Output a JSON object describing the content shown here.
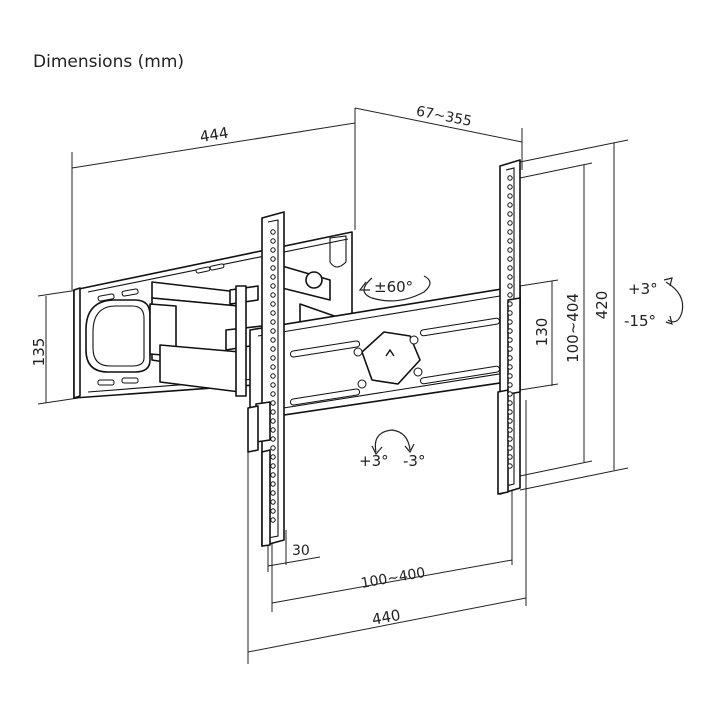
{
  "title": "Dimensions (mm)",
  "dimensions": {
    "depth_width": "444",
    "extension": "67~355",
    "height_total": "420",
    "vesa_vertical": "100~404",
    "bracket_height": "130",
    "wall_plate_height": "135",
    "arm_offset": "30",
    "vesa_horizontal": "100~400",
    "width_total": "440"
  },
  "angles": {
    "swivel": "±60°",
    "tilt_up": "+3°",
    "tilt_down": "-15°",
    "level_plus": "+3°",
    "level_minus": "-3°"
  }
}
